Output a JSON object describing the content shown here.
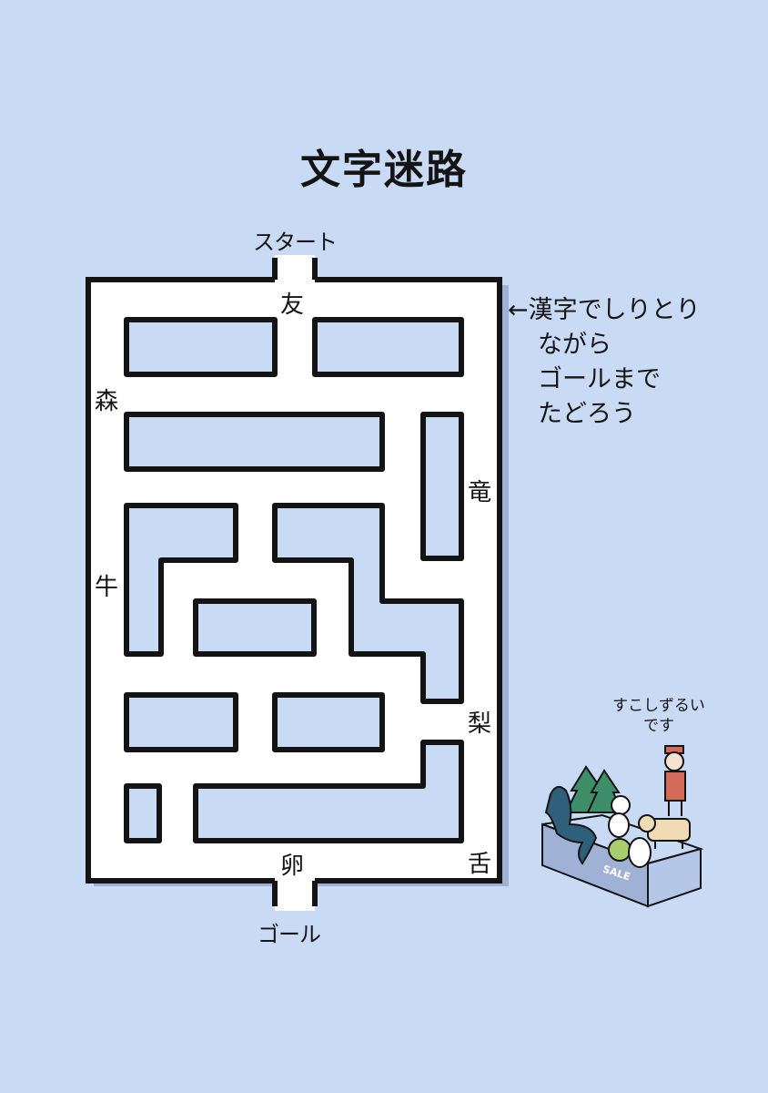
{
  "title": "文字迷路",
  "maze": {
    "start_label": "スタート",
    "goal_label": "ゴール",
    "kanji": {
      "tomo": "友",
      "mori": "森",
      "ryu": "竜",
      "ushi": "牛",
      "nashi": "梨",
      "tamago": "卵",
      "shita": "舌"
    }
  },
  "instructions": {
    "line1": "←漢字でしりとり",
    "line2": "ながら",
    "line3": "ゴールまで",
    "line4": "たどろう"
  },
  "illustration": {
    "note_line1": "すこしずるい",
    "note_line2": "です",
    "sale_label": "SALE"
  },
  "colors": {
    "background": "#c9daf5",
    "maze_path": "#ffffff",
    "maze_wall": "#141414",
    "shadow": "#9fb2d6"
  }
}
